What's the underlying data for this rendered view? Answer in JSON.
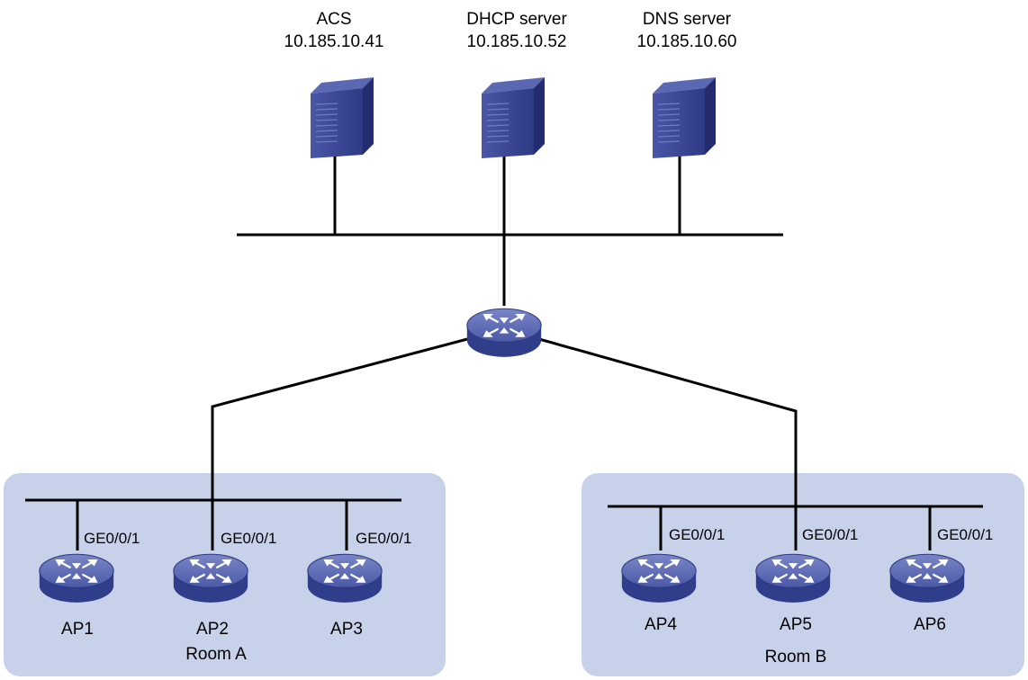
{
  "colors": {
    "room_fill": "#c7d2ea",
    "device_top": "#5c69b3",
    "device_side": "#2f3d8a",
    "server_front": "#3b4694",
    "server_side": "#222c6e",
    "wire": "#000000"
  },
  "servers": [
    {
      "id": "acs",
      "name": "ACS",
      "ip": "10.185.10.41",
      "icon": "server-icon"
    },
    {
      "id": "dhcp",
      "name": "DHCP server",
      "ip": "10.185.10.52",
      "icon": "server-icon"
    },
    {
      "id": "dns",
      "name": "DNS server",
      "ip": "10.185.10.60",
      "icon": "server-icon"
    }
  ],
  "core_switch": {
    "icon": "switch-icon"
  },
  "rooms": [
    {
      "id": "room-a",
      "label": "Room A",
      "aps": [
        {
          "id": "ap1",
          "name": "AP1",
          "port": "GE0/0/1"
        },
        {
          "id": "ap2",
          "name": "AP2",
          "port": "GE0/0/1"
        },
        {
          "id": "ap3",
          "name": "AP3",
          "port": "GE0/0/1"
        }
      ]
    },
    {
      "id": "room-b",
      "label": "Room B",
      "aps": [
        {
          "id": "ap4",
          "name": "AP4",
          "port": "GE0/0/1"
        },
        {
          "id": "ap5",
          "name": "AP5",
          "port": "GE0/0/1"
        },
        {
          "id": "ap6",
          "name": "AP6",
          "port": "GE0/0/1"
        }
      ]
    }
  ]
}
